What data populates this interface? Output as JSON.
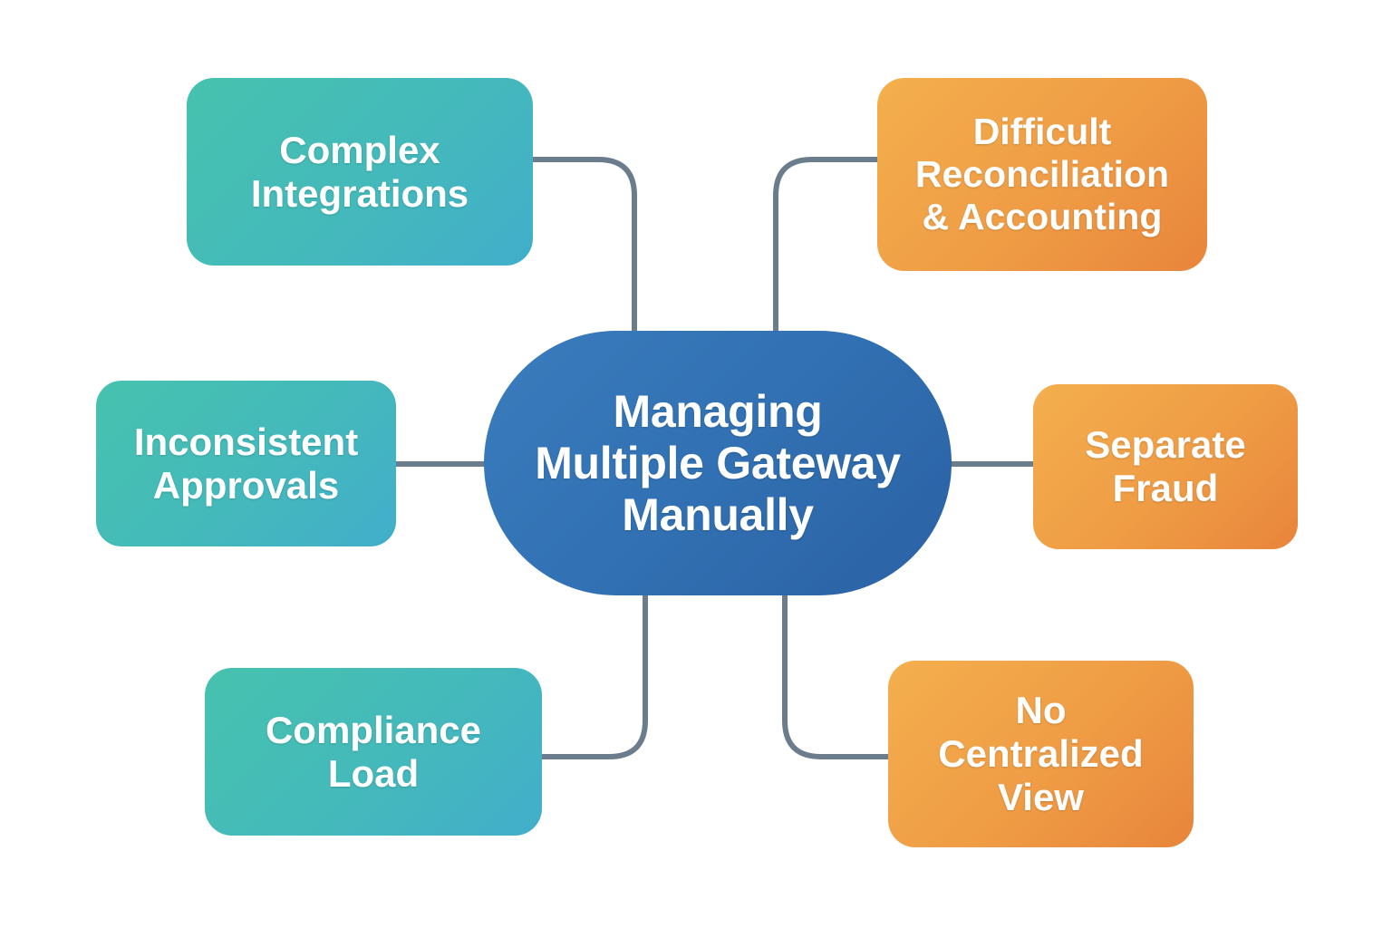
{
  "diagram": {
    "type": "mind-map",
    "title": "Managing Multiple Gateway Manually",
    "background_color": "#ffffff",
    "connector_color": "#6b7c8c",
    "center": {
      "label": "Managing\nMultiple Gateway\nManually",
      "shape": "pill",
      "color_start": "#3a7cbd",
      "color_end": "#2a61a4",
      "text_color": "#ffffff"
    },
    "left_branch": {
      "color_start": "#46c2ae",
      "color_end": "#42aecb",
      "nodes": [
        {
          "id": "complex-integrations",
          "label": "Complex\nIntegrations",
          "position": "top-left"
        },
        {
          "id": "inconsistent-approvals",
          "label": "Inconsistent\nApprovals",
          "position": "middle-left"
        },
        {
          "id": "compliance-load",
          "label": "Compliance\nLoad",
          "position": "bottom-left"
        }
      ]
    },
    "right_branch": {
      "color_start": "#f4af4d",
      "color_end": "#e8853b",
      "nodes": [
        {
          "id": "difficult-reconciliation",
          "label": "Difficult\nReconciliation\n& Accounting",
          "position": "top-right"
        },
        {
          "id": "separate-fraud",
          "label": "Separate\nFraud",
          "position": "middle-right"
        },
        {
          "id": "no-centralized-view",
          "label": "No\nCentralized\nView",
          "position": "bottom-right"
        }
      ]
    }
  }
}
